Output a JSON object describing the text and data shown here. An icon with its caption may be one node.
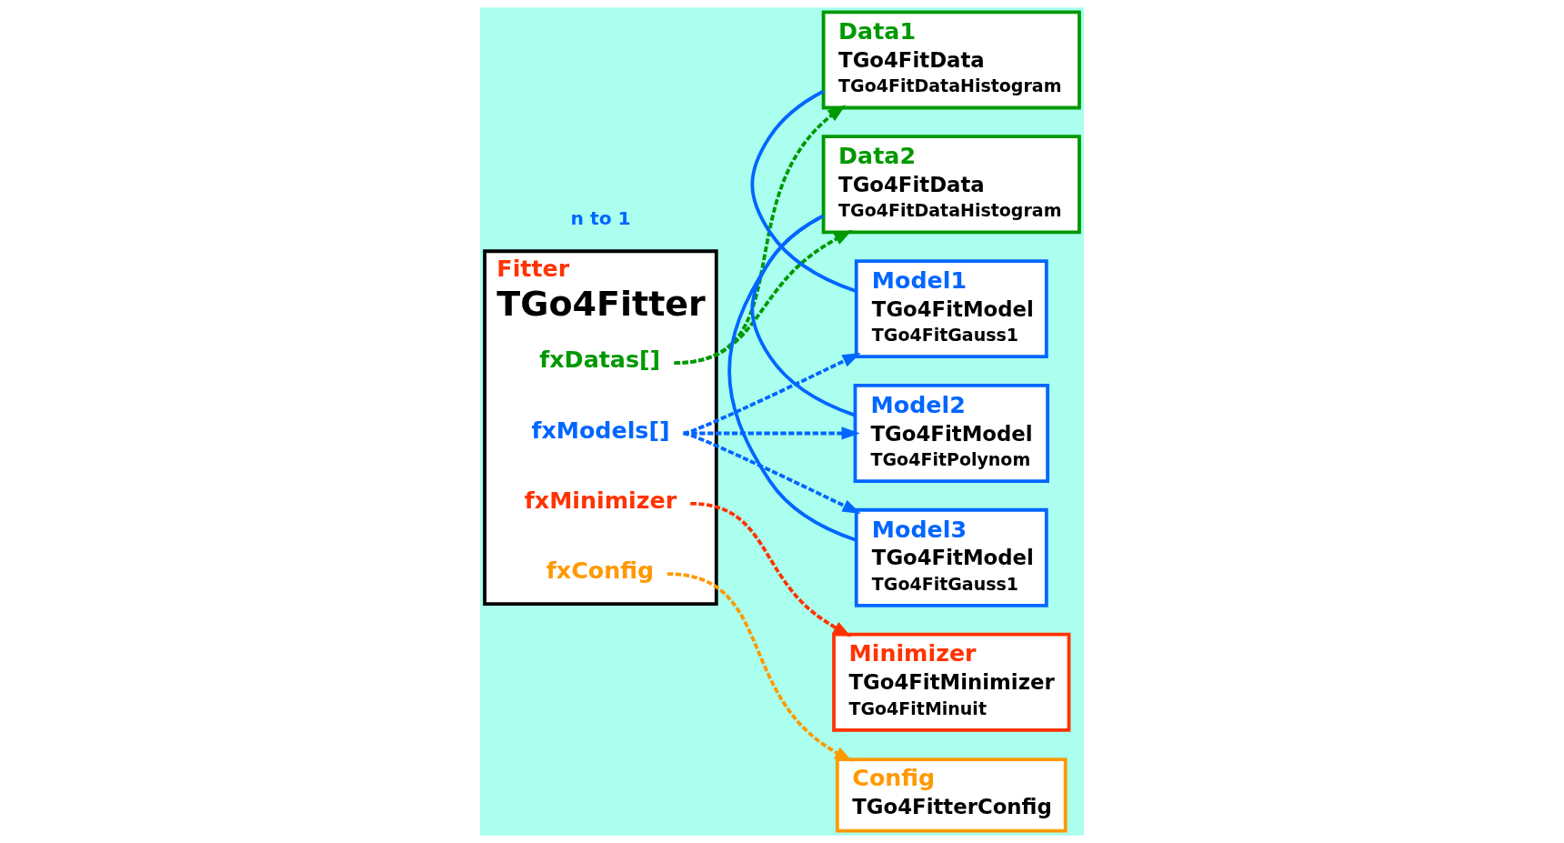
{
  "diagram": {
    "nodes": [
      {
        "text": [
          "Fitter",
          "TGo4Fitter"
        ]
      },
      {
        "text": [
          "fxDatas[]"
        ],
        "in": 0
      },
      {
        "text": [
          "fxModels[]"
        ],
        "in": 0
      },
      {
        "text": [
          "fxMinimizer"
        ],
        "in": 0
      },
      {
        "text": [
          "fxConfig"
        ],
        "in": 0
      },
      {
        "text": [
          "Data1",
          "TGo4FitData",
          "TGo4FitDataHistogram"
        ]
      },
      {
        "text": [
          "Model1",
          "TGo4FitModel",
          "TGo4FitGauss1"
        ]
      },
      {
        "text": [
          "Data2",
          "TGo4FitData",
          "TGo4FitDataHistogram"
        ]
      },
      {
        "text": [
          "Model2",
          "TGo4FitModel",
          "TGo4FitPolynom"
        ]
      },
      {
        "text": [
          "Model3",
          "TGo4FitModel",
          "TGo4FitGauss1"
        ]
      },
      {
        "text": [
          "Minimizer",
          "TGo4FitMinimizer",
          "TGo4FitMinuit"
        ]
      },
      {
        "text": [
          "Config",
          "TGo4FitterConfig"
        ]
      }
    ],
    "edges": [
      {
        "from": 1,
        "to": 5,
        "arrow": "to",
        "style": "dashed",
        "color": "#009900"
      },
      {
        "from": 1,
        "to": 7,
        "arrow": "to",
        "style": "dashed",
        "color": "#009900"
      },
      {
        "from": 2,
        "to": 6,
        "arrow": "to",
        "style": "dashed"
      },
      {
        "from": 2,
        "to": 8,
        "arrow": "to",
        "style": "dashed"
      },
      {
        "from": 2,
        "to": 9,
        "arrow": "to",
        "style": "dashed"
      },
      {
        "from": 3,
        "to": 10,
        "arrow": "to",
        "style": "dashed",
        "color": "#ff3300"
      },
      {
        "from": 4,
        "to": 11,
        "arrow": "to",
        "style": "dashed",
        "color": "#ff9900"
      },
      {
        "from": 5,
        "to": 6,
        "arrow": "none"
      },
      {
        "from": 7,
        "to": 8,
        "arrow": "none"
      },
      {
        "from": 7,
        "to": 9,
        "arrow": "none"
      }
    ],
    "labels": [
      "n to 1"
    ]
  }
}
